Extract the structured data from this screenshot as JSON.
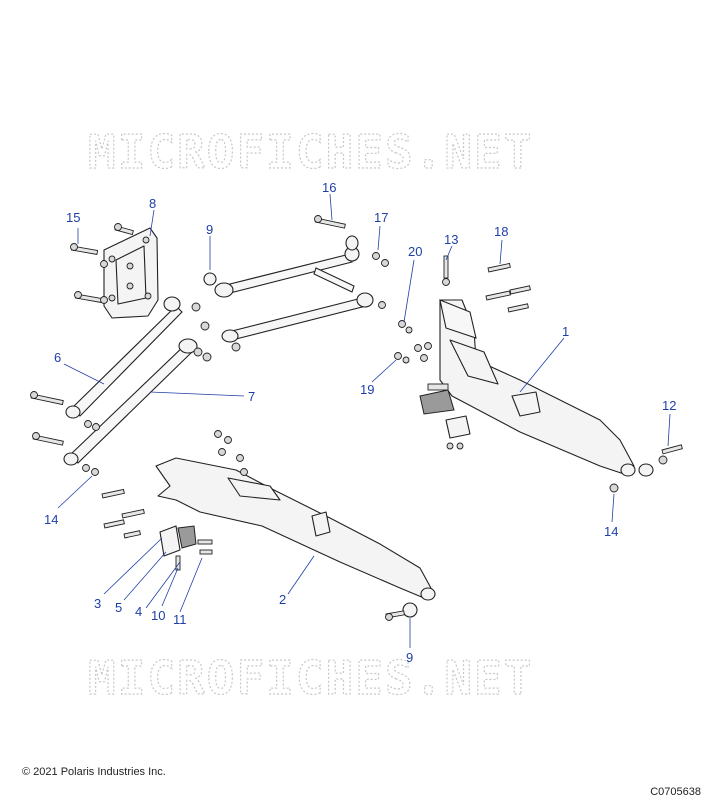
{
  "watermark": {
    "text": "MICROFICHES.NET"
  },
  "callouts": [
    {
      "id": "c1",
      "label": "1"
    },
    {
      "id": "c2",
      "label": "2"
    },
    {
      "id": "c3",
      "label": "3"
    },
    {
      "id": "c4",
      "label": "4"
    },
    {
      "id": "c5",
      "label": "5"
    },
    {
      "id": "c6",
      "label": "6"
    },
    {
      "id": "c7",
      "label": "7"
    },
    {
      "id": "c8",
      "label": "8"
    },
    {
      "id": "c9a",
      "label": "9"
    },
    {
      "id": "c9b",
      "label": "9"
    },
    {
      "id": "c10",
      "label": "10"
    },
    {
      "id": "c11",
      "label": "11"
    },
    {
      "id": "c12",
      "label": "12"
    },
    {
      "id": "c13",
      "label": "13"
    },
    {
      "id": "c14a",
      "label": "14"
    },
    {
      "id": "c14b",
      "label": "14"
    },
    {
      "id": "c15",
      "label": "15"
    },
    {
      "id": "c16",
      "label": "16"
    },
    {
      "id": "c17",
      "label": "17"
    },
    {
      "id": "c18",
      "label": "18"
    },
    {
      "id": "c19",
      "label": "19"
    },
    {
      "id": "c20",
      "label": "20"
    }
  ],
  "footer": {
    "copyright": "© 2021 Polaris Industries Inc.",
    "drawing_id": "C0705638"
  },
  "colors": {
    "callout": "#1f3fa8",
    "line": "#222222",
    "watermark": "#c8c8c8"
  }
}
